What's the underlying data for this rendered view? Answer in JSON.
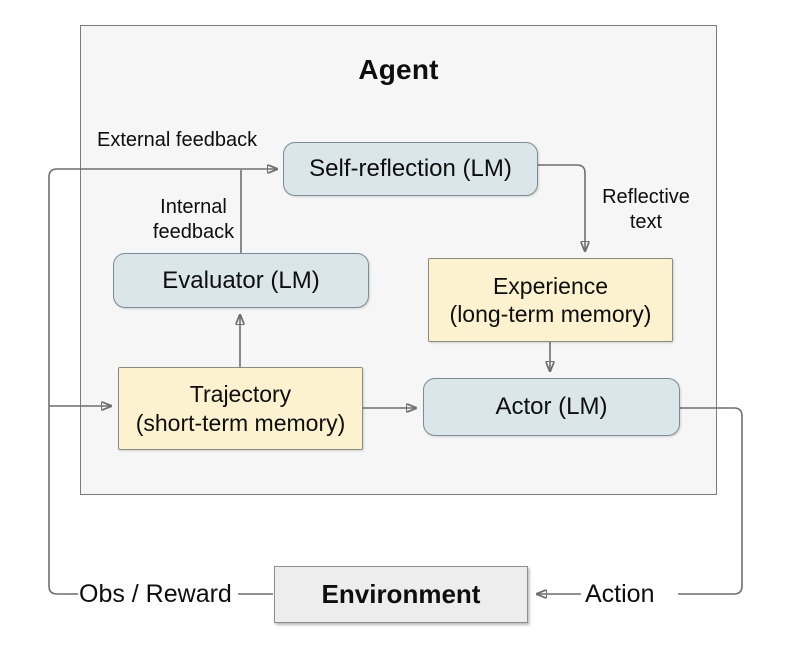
{
  "diagram": {
    "agent_title": "Agent",
    "nodes": {
      "self_reflection": {
        "label": "Self-reflection (LM)"
      },
      "evaluator": {
        "label": "Evaluator (LM)"
      },
      "actor": {
        "label": "Actor (LM)"
      },
      "experience": {
        "label": "Experience",
        "sublabel": "(long-term memory)"
      },
      "trajectory": {
        "label": "Trajectory",
        "sublabel": "(short-term memory)"
      },
      "environment": {
        "label": "Environment"
      }
    },
    "edge_labels": {
      "external_feedback": "External feedback",
      "internal_feedback": "Internal\nfeedback",
      "reflective_text": "Reflective\ntext",
      "obs_reward": "Obs / Reward",
      "action": "Action"
    },
    "colors": {
      "lm_node_fill": "#dbe6eb",
      "memory_node_fill": "#fcf2d0",
      "agent_box_fill": "#f6f6f6",
      "environment_fill": "#ededed",
      "wire": "#6f6f6f",
      "text": "#0e0e0e"
    }
  }
}
